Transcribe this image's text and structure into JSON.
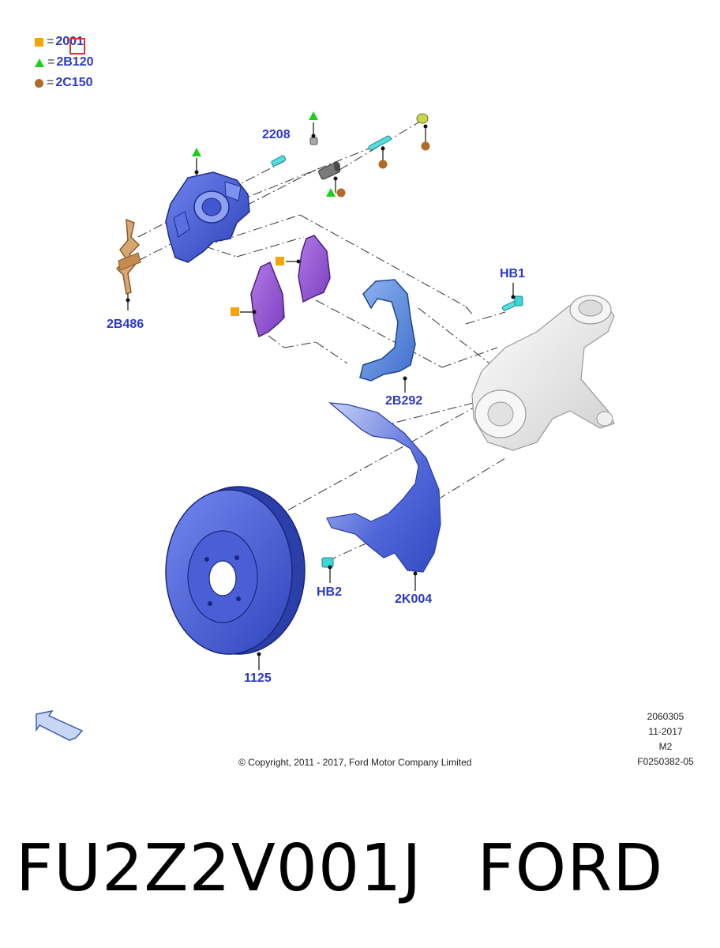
{
  "legend": [
    {
      "symbol": "square-icon",
      "color": "#f6a400",
      "eq": "=",
      "code": "2001"
    },
    {
      "symbol": "triangle-icon",
      "color": "#19d11b",
      "eq": "=",
      "code": "2B120"
    },
    {
      "symbol": "circle-icon",
      "color": "#b26a28",
      "eq": "=",
      "code": "2C150"
    }
  ],
  "callouts": {
    "c2208": "2208",
    "c2B486": "2B486",
    "cHB1": "HB1",
    "c2B292": "2B292",
    "cHB2": "HB2",
    "c2K004": "2K004",
    "c1125": "1125"
  },
  "meta": {
    "line1": "2060305",
    "line2": "11-2017",
    "line3": "M2",
    "line4": "F0250382-05"
  },
  "copyright": "© Copyright, 2011 - 2017, Ford Motor Company Limited",
  "caption": {
    "part_number": "FU2Z2V001J",
    "brand": "FORD"
  },
  "colors": {
    "callout": "#2a39c9",
    "part_blue": "#3d57d6",
    "pad_purple": "#9a5ad4",
    "bracket_blue": "#5b8fe0",
    "bolt_cyan": "#3ed6d8",
    "spring_tan": "#c9965a",
    "knuckle_grey": "#e8e8e8"
  }
}
